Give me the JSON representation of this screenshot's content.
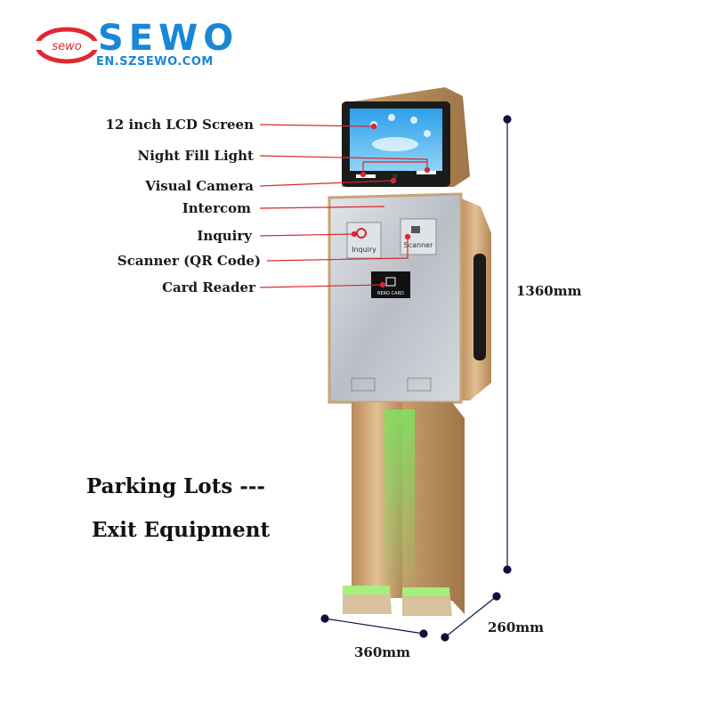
{
  "brand": {
    "name": "SEWO",
    "url": "EN.SZSEWO.COM",
    "logo_script": "sewo",
    "colors": {
      "blue": "#1a86d6",
      "red": "#e0282e"
    }
  },
  "callouts": [
    {
      "label": "12 inch LCD Screen"
    },
    {
      "label": "Night Fill Light"
    },
    {
      "label": "Visual Camera"
    },
    {
      "label": "Intercom"
    },
    {
      "label": "Inquiry"
    },
    {
      "label": "Scanner (QR Code)"
    },
    {
      "label": "Card Reader"
    }
  ],
  "device": {
    "buttons": {
      "inquiry": "Inquiry",
      "scanner": "Scanner"
    },
    "card_slot": "READ CARD",
    "colors": {
      "gold": "#c9a173",
      "steel": "#c8ccd2",
      "glow": "#7fe060"
    }
  },
  "heading": {
    "line1": "Parking Lots ---",
    "line2": "Exit Equipment"
  },
  "dimensions": {
    "height": "1360mm",
    "width": "360mm",
    "depth": "260mm"
  },
  "colors": {
    "leader": "#d9272e",
    "dim_line": "#0d1040"
  }
}
